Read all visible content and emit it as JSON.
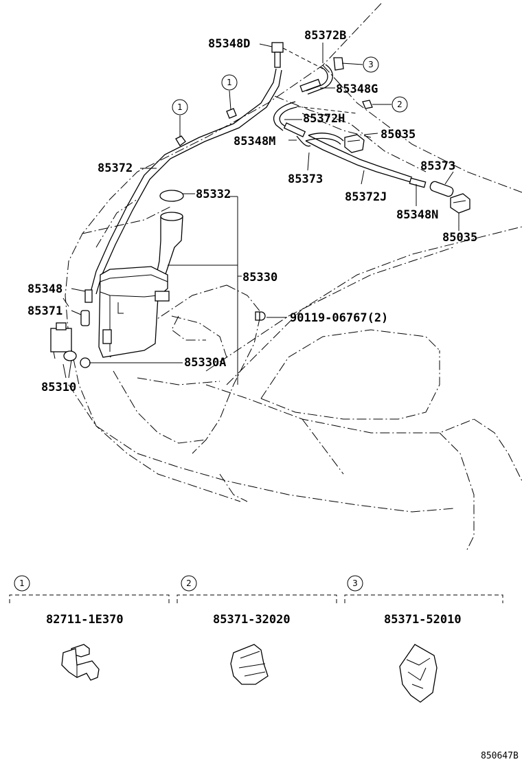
{
  "labels": {
    "p85348D": "85348D",
    "p85372B": "85372B",
    "p85348G": "85348G",
    "p85372H": "85372H",
    "p85035a": "85035",
    "p85348M": "85348M",
    "p85373a": "85373",
    "p85373b": "85373",
    "p85372J": "85372J",
    "p85348N": "85348N",
    "p85035b": "85035",
    "p85372": "85372",
    "p85332": "85332",
    "p85330": "85330",
    "p85348": "85348",
    "p85371": "85371",
    "p90119": "90119-06767(2)",
    "p85330A": "85330A",
    "p85310": "85310"
  },
  "callouts": {
    "c1a": "1",
    "c1b": "1",
    "c2": "2",
    "c3": "3"
  },
  "legend": [
    {
      "num": "1",
      "part": "82711-1E370"
    },
    {
      "num": "2",
      "part": "85371-32020"
    },
    {
      "num": "3",
      "part": "85371-52010"
    }
  ],
  "reference": "850647B"
}
